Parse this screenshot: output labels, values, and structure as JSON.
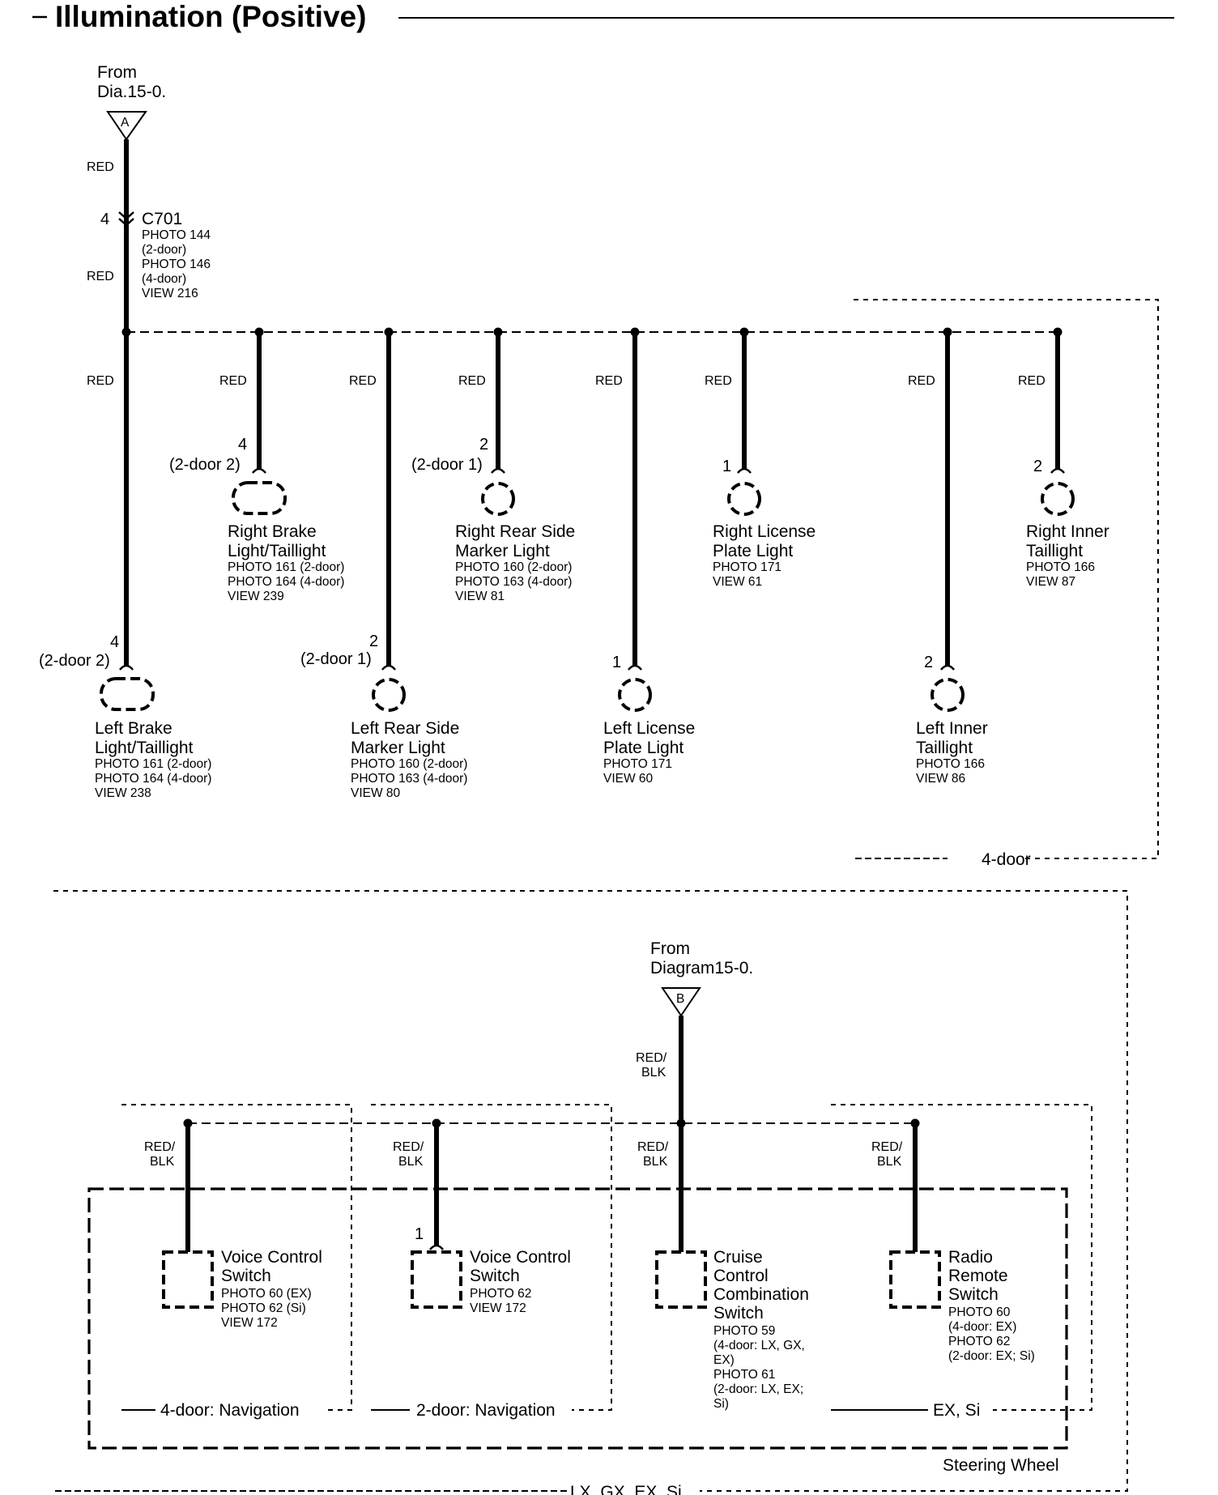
{
  "title": "Illumination (Positive)",
  "sources": [
    {
      "id": "A",
      "from_line1": "From",
      "from_line2": "Dia.15-0."
    },
    {
      "id": "B",
      "from_line1": "From",
      "from_line2": "Diagram15-0."
    }
  ],
  "main_connector": {
    "pin": "4",
    "name": "C701",
    "refs": [
      "PHOTO 144",
      "(2-door)",
      "PHOTO 146",
      "(4-door)",
      "VIEW 216"
    ]
  },
  "wire_red": "RED",
  "wire_redblk": [
    "RED/",
    "BLK"
  ],
  "upper_components": [
    {
      "key": "left-brake",
      "pin": "4",
      "variant": "(2-door 2)",
      "name": [
        "Left Brake",
        "Light/Taillight"
      ],
      "refs": [
        "PHOTO 161 (2-door)",
        "PHOTO 164 (4-door)",
        "VIEW 238"
      ]
    },
    {
      "key": "right-brake",
      "pin": "4",
      "variant": "(2-door 2)",
      "name": [
        "Right Brake",
        "Light/Taillight"
      ],
      "refs": [
        "PHOTO 161 (2-door)",
        "PHOTO 164 (4-door)",
        "VIEW 239"
      ]
    },
    {
      "key": "left-rear-side-marker",
      "pin": "2",
      "variant": "(2-door 1)",
      "name": [
        "Left Rear Side",
        "Marker Light"
      ],
      "refs": [
        "PHOTO 160 (2-door)",
        "PHOTO 163 (4-door)",
        "VIEW 80"
      ]
    },
    {
      "key": "right-rear-side-marker",
      "pin": "2",
      "variant": "(2-door 1)",
      "name": [
        "Right Rear Side",
        "Marker Light"
      ],
      "refs": [
        "PHOTO 160 (2-door)",
        "PHOTO 163 (4-door)",
        "VIEW 81"
      ]
    },
    {
      "key": "left-license-plate",
      "pin": "1",
      "variant": "",
      "name": [
        "Left License",
        "Plate Light"
      ],
      "refs": [
        "PHOTO 171",
        "VIEW 60"
      ]
    },
    {
      "key": "right-license-plate",
      "pin": "1",
      "variant": "",
      "name": [
        "Right License",
        "Plate Light"
      ],
      "refs": [
        "PHOTO 171",
        "VIEW 61"
      ]
    },
    {
      "key": "left-inner-taillight",
      "pin": "2",
      "variant": "",
      "name": [
        "Left Inner",
        "Taillight"
      ],
      "refs": [
        "PHOTO 166",
        "VIEW 86"
      ]
    },
    {
      "key": "right-inner-taillight",
      "pin": "2",
      "variant": "",
      "name": [
        "Right Inner",
        "Taillight"
      ],
      "refs": [
        "PHOTO 166",
        "VIEW 87"
      ]
    }
  ],
  "lower_components": [
    {
      "key": "voice-control-4door",
      "pin": "",
      "name": [
        "Voice Control",
        "Switch"
      ],
      "refs": [
        "PHOTO 60 (EX)",
        "PHOTO 62 (Si)",
        "VIEW 172"
      ]
    },
    {
      "key": "voice-control-2door",
      "pin": "1",
      "name": [
        "Voice Control",
        "Switch"
      ],
      "refs": [
        "PHOTO 62",
        "VIEW 172"
      ]
    },
    {
      "key": "cruise-control",
      "pin": "",
      "name": [
        "Cruise",
        "Control",
        "Combination",
        "Switch"
      ],
      "refs": [
        "PHOTO 59",
        "(4-door: LX, GX,",
        "EX)",
        "PHOTO 61",
        "(2-door: LX, EX;",
        "Si)"
      ]
    },
    {
      "key": "radio-remote",
      "pin": "",
      "name": [
        "Radio",
        "Remote",
        "Switch"
      ],
      "refs": [
        "PHOTO 60",
        "(4-door: EX)",
        "PHOTO 62",
        "(2-door: EX; Si)"
      ]
    }
  ],
  "regions": {
    "four_door": "4-door",
    "four_door_nav": "4-door: Navigation",
    "two_door_nav": "2-door: Navigation",
    "ex_si": "EX, Si",
    "steering_wheel": "Steering Wheel",
    "trim": "LX, GX, EX, Si"
  }
}
